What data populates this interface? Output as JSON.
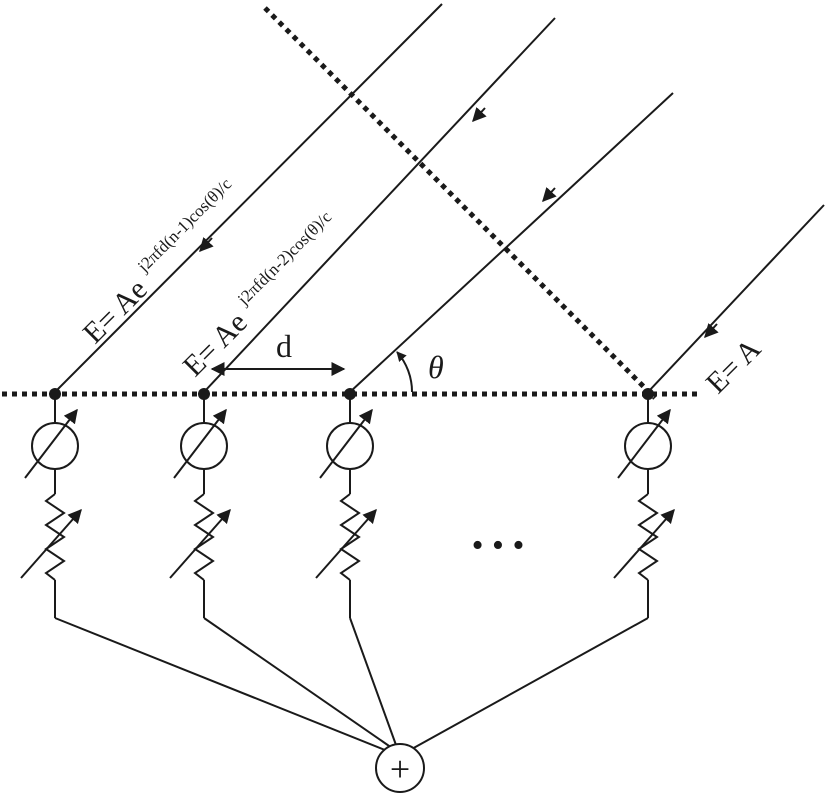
{
  "labels": {
    "field_n1": "E= Ae",
    "field_n1_exp": "j2πfd(n-1)cos(θ)/c",
    "field_n2": "E= Ae",
    "field_n2_exp": "j2πfd(n-2)cos(θ)/c",
    "field_ref": "E= A",
    "spacing": "d",
    "angle": "θ",
    "ellipsis": "• • •",
    "summer": "+"
  },
  "colors": {
    "ink": "#1a1a1a",
    "background": "#ffffff"
  }
}
